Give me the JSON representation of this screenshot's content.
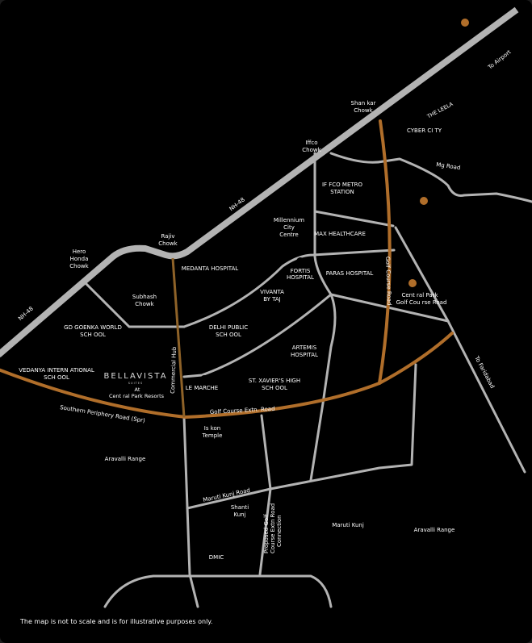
{
  "colors": {
    "background": "#000000",
    "road": "#b3b3b3",
    "highlight_road": "#b06e2a"
  },
  "roads": {
    "nh48": "NH-48",
    "to_airport": "To Airport",
    "mg_road": "Mg Road",
    "golf_course_road": "Golf Course Road",
    "commercial_hub": "Commercial Hub",
    "golf_course_extn": "Golf Course Extn. Road",
    "spr": "Southern Periphery Road (Spr)",
    "to_faridabad": "To Faridabad",
    "maruti_kunj_road": "Maruti Kunj Road",
    "proposed_1": "Proposed Golf",
    "proposed_2": "Course Extn Road",
    "proposed_3": "Connection",
    "the_leela": "THE LEELA"
  },
  "places": {
    "shankar_1": "Shan kar",
    "shankar_2": "Chowk",
    "iffco_1": "Iffco",
    "iffco_2": "Chowk",
    "rajiv_1": "Rajiv",
    "rajiv_2": "Chowk",
    "hero_1": "Hero",
    "hero_2": "Honda",
    "hero_3": "Chowk",
    "subhash_1": "Subhash",
    "subhash_2": "Chowk",
    "mcc_1": "Millennium",
    "mcc_2": "City",
    "mcc_3": "Centre",
    "iskon_1": "Is kon",
    "iskon_2": "Temple",
    "aravalli_left": "Aravalli Range",
    "aravalli_right": "Aravalli Range",
    "shanti_1": "Shanti",
    "shanti_2": "Kunj",
    "maruti_kunj": "Maruti Kunj",
    "dmic": "DMIC"
  },
  "landmarks": {
    "cyber_city": "CYBER CI  TY",
    "iffco_metro_1": "IF FCO METRO",
    "iffco_metro_2": "STATION",
    "max": "MAX HEALTHCARE",
    "medanta": "MEDANTA HOSPITAL",
    "fortis_1": "FORTIS",
    "fortis_2": "HOSPITAL",
    "paras": "PARAS HOSPITAL",
    "vivanta_1": "VIVANTA",
    "vivanta_2": "BY TAJ",
    "central_park_1": "Cent ral Park",
    "central_park_2": "Golf Cou  rse  Road",
    "gd_goenka_1": "GD GOENKA  WORLD",
    "gd_goenka_2": "SCH OOL",
    "dps_1": "DELHI PUBLIC",
    "dps_2": "SCH OOL",
    "artemis_1": "ARTEMIS",
    "artemis_2": "HOSPITAL",
    "vedanya_1": "VEDANYA INTERN   ATIONAL",
    "vedanya_2": "SCH OOL",
    "le_marche": "LE MARCHE",
    "xaviers_1": "ST. XAVIER'S HIGH",
    "xaviers_2": "SCH OOL"
  },
  "project": {
    "name": "BELLAVISTA",
    "sub": "SUITES",
    "at": "At",
    "location": "Cent ral Park  Resorts"
  },
  "disclaimer": "The map is not to scale and is for illustrative purposes only."
}
